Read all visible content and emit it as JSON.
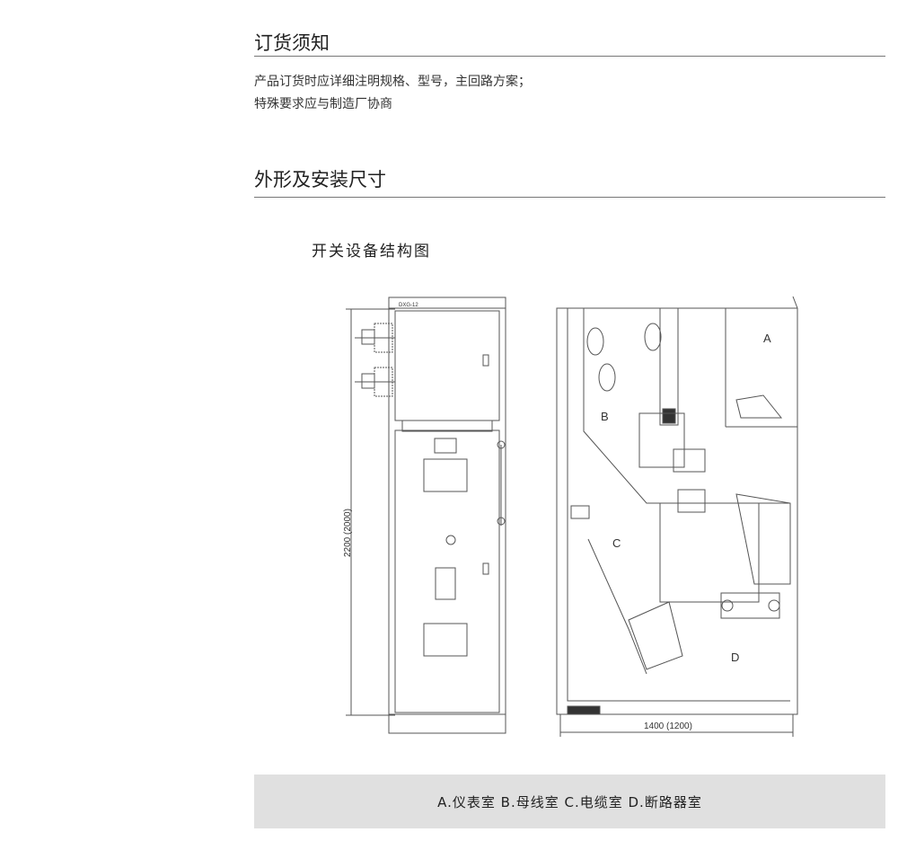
{
  "ordering": {
    "title": "订货须知",
    "lines": [
      "产品订货时应详细注明规格、型号，主回路方案；",
      "特殊要求应与制造厂协商"
    ]
  },
  "dimensions": {
    "title": "外形及安装尺寸",
    "figure_title": "开关设备结构图",
    "model_label": "DXG-12",
    "height_label": "2200 (2000)",
    "width_label": "1400 (1200)",
    "compartment_labels": [
      "A",
      "B",
      "C",
      "D"
    ]
  },
  "legend": "A.仪表室 B.母线室 C.电缆室 D.断路器室"
}
